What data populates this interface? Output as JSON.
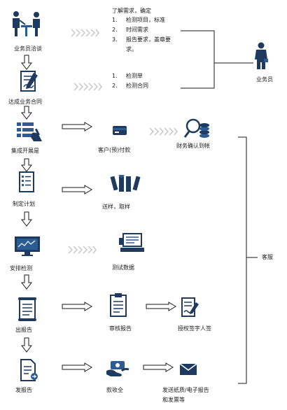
{
  "colors": {
    "icon_dark": "#1e3a5f",
    "icon_blue": "#2b5c93",
    "line": "#1a1a1a",
    "dotted_arrow": "#c8c8c8"
  },
  "steps": {
    "negotiation": "业务员洽谈",
    "contract": "达成业务合同",
    "collect_samples": "集成开展是",
    "plan": "制定计划",
    "testing": "安排检测",
    "issue_report": "出报告",
    "send_report": "发报告"
  },
  "confirm_block": {
    "title": "了解需求，确定",
    "items": [
      {
        "num": "1.",
        "text": "检测项目，标准"
      },
      {
        "num": "2.",
        "text": "时间需求"
      },
      {
        "num": "3.",
        "text": "报告要求，盖章要"
      },
      {
        "num": "",
        "text": "求。"
      }
    ]
  },
  "contract_block": {
    "items": [
      {
        "num": "1.",
        "text": "检测单"
      },
      {
        "num": "2.",
        "text": "检测合同"
      }
    ]
  },
  "middle": {
    "payment": "客户(预)付款",
    "sampling": "送样，取样",
    "test_data": "测试数据",
    "review": "审核报告",
    "collect_payment": "款收全"
  },
  "right": {
    "finance": "财务确认到帐",
    "signature": "授权签字人签",
    "delivery_line1": "发送纸质/电子报告",
    "delivery_line2": "和发票等"
  },
  "roles": {
    "salesperson": "业务员",
    "customer_service": "客服"
  },
  "icons": [
    "people-meeting-icon",
    "contract-sign-icon",
    "flowchart-hand-icon",
    "checklist-icon",
    "monitor-chart-icon",
    "scroll-report-icon",
    "document-send-icon",
    "payment-card-icon",
    "sample-tubes-icon",
    "data-laptop-icon",
    "clipboard-icon",
    "money-hands-icon",
    "coins-magnifier-icon",
    "signature-document-icon",
    "envelope-icon",
    "businessman-icon"
  ]
}
